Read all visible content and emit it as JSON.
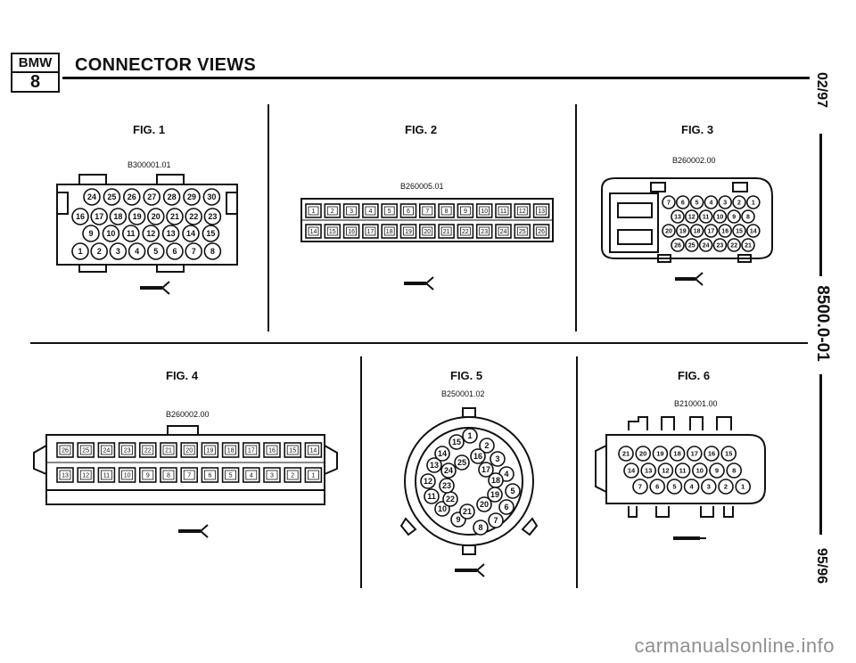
{
  "header": {
    "logo_top": "BMW",
    "logo_bottom": "8",
    "title": "CONNECTOR VIEWS"
  },
  "side": {
    "date": "02/97",
    "doc_number": "8500.0-01",
    "models": "95/96"
  },
  "figures": [
    {
      "label": "FIG. 1",
      "code": "B300001.01"
    },
    {
      "label": "FIG. 2",
      "code": "B260005.01"
    },
    {
      "label": "FIG. 3",
      "code": "B260002.00"
    },
    {
      "label": "FIG. 4",
      "code": "B260002.00"
    },
    {
      "label": "FIG. 5",
      "code": "B250001.02"
    },
    {
      "label": "FIG. 6",
      "code": "B210001.00"
    }
  ],
  "pins": {
    "fig1": {
      "row1": [
        "24",
        "25",
        "26",
        "27",
        "28",
        "29",
        "30"
      ],
      "row2": [
        "16",
        "17",
        "18",
        "19",
        "20",
        "21",
        "22",
        "23"
      ],
      "row3": [
        "9",
        "10",
        "11",
        "12",
        "13",
        "14",
        "15"
      ],
      "row4": [
        "1",
        "2",
        "3",
        "4",
        "5",
        "6",
        "7",
        "8"
      ]
    },
    "fig2": {
      "row1": [
        "1",
        "2",
        "3",
        "4",
        "5",
        "6",
        "7",
        "8",
        "9",
        "10",
        "11",
        "12",
        "13"
      ],
      "row2": [
        "14",
        "15",
        "16",
        "17",
        "18",
        "19",
        "20",
        "21",
        "22",
        "23",
        "24",
        "25",
        "26"
      ]
    },
    "fig3": {
      "row1": [
        "7",
        "6",
        "5",
        "4",
        "3",
        "2",
        "1"
      ],
      "row2": [
        "13",
        "12",
        "11",
        "10",
        "9",
        "8"
      ],
      "row3": [
        "20",
        "19",
        "18",
        "17",
        "16",
        "15",
        "14"
      ],
      "row4": [
        "26",
        "25",
        "24",
        "23",
        "22",
        "21"
      ]
    },
    "fig4": {
      "row1": [
        "26",
        "25",
        "24",
        "23",
        "22",
        "21",
        "20",
        "19",
        "18",
        "17",
        "16",
        "15",
        "14"
      ],
      "row2": [
        "13",
        "12",
        "11",
        "10",
        "9",
        "8",
        "7",
        "6",
        "5",
        "4",
        "3",
        "2",
        "1"
      ]
    },
    "fig5": [
      "1",
      "2",
      "3",
      "4",
      "5",
      "6",
      "7",
      "8",
      "9",
      "10",
      "11",
      "12",
      "13",
      "14",
      "15",
      "16",
      "17",
      "18",
      "19",
      "20",
      "21",
      "22",
      "23",
      "24",
      "25"
    ],
    "fig6": {
      "row1": [
        "21",
        "20",
        "19",
        "18",
        "17",
        "16",
        "15"
      ],
      "row2": [
        "14",
        "13",
        "12",
        "11",
        "10",
        "9",
        "8"
      ],
      "row3": [
        "7",
        "6",
        "5",
        "4",
        "3",
        "2",
        "1"
      ]
    }
  },
  "watermark": "carmanualsonline.info"
}
